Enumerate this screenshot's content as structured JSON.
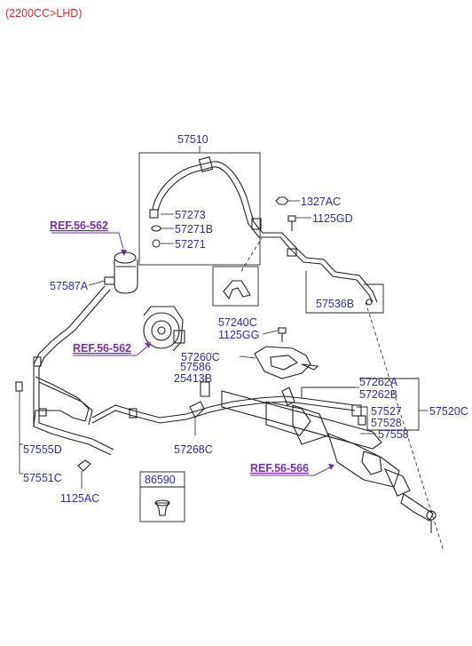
{
  "header": {
    "variant": "(2200CC>LHD)"
  },
  "labels": {
    "p57510": "57510",
    "p57273": "57273",
    "p57271B": "57271B",
    "p57271": "57271",
    "p1327AC": "1327AC",
    "p1125GD": "1125GD",
    "p57587A": "57587A",
    "p57240C": "57240C",
    "p1125GG": "1125GG",
    "p57536B": "57536B",
    "p57260C": "57260C",
    "p57586": "57586",
    "p25413B": "25413B",
    "p57262A": "57262A",
    "p57262B": "57262B",
    "p57520C": "57520C",
    "p57527": "57527",
    "p57528": "57528",
    "p57558": "57558",
    "p57268C": "57268C",
    "p57555D": "57555D",
    "p57551C": "57551C",
    "p1125AC": "1125AC",
    "p86590": "86590"
  },
  "references": {
    "ref_reservoir": "REF.56-562",
    "ref_pump": "REF.56-562",
    "ref_gear": "REF.56-566"
  },
  "colors": {
    "label": "#2b2fb0",
    "header": "#e0312a",
    "reference": "#7a2fae",
    "line": "#222222"
  }
}
